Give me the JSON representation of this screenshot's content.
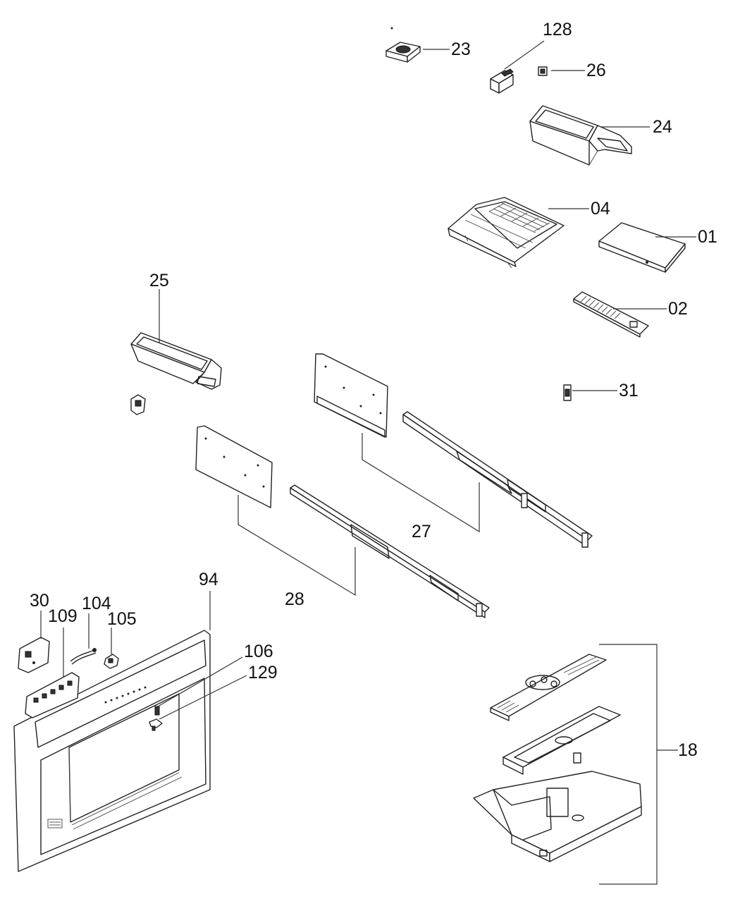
{
  "callouts": [
    {
      "id": "23",
      "label": "23"
    },
    {
      "id": "128",
      "label": "128"
    },
    {
      "id": "26",
      "label": "26"
    },
    {
      "id": "24",
      "label": "24"
    },
    {
      "id": "04",
      "label": "04"
    },
    {
      "id": "01",
      "label": "01"
    },
    {
      "id": "25",
      "label": "25"
    },
    {
      "id": "02",
      "label": "02"
    },
    {
      "id": "31",
      "label": "31"
    },
    {
      "id": "27",
      "label": "27"
    },
    {
      "id": "28",
      "label": "28"
    },
    {
      "id": "94",
      "label": "94"
    },
    {
      "id": "30",
      "label": "30"
    },
    {
      "id": "104",
      "label": "104"
    },
    {
      "id": "109",
      "label": "109"
    },
    {
      "id": "105",
      "label": "105"
    },
    {
      "id": "106",
      "label": "106"
    },
    {
      "id": "129",
      "label": "129"
    },
    {
      "id": "18",
      "label": "18"
    }
  ]
}
